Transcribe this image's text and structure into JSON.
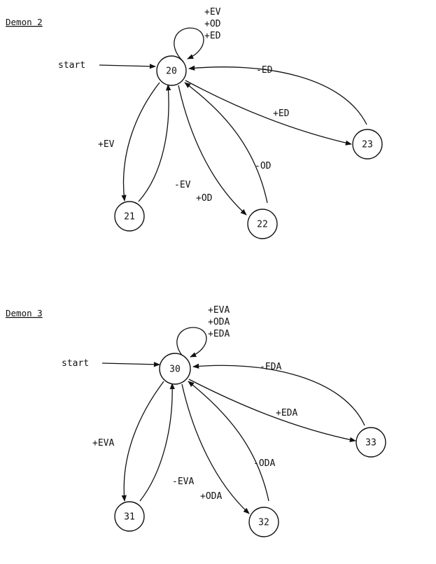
{
  "demon2": {
    "title": "Demon 2",
    "start_label": "start",
    "nodes": {
      "n20": "20",
      "n21": "21",
      "n22": "22",
      "n23": "23"
    },
    "self_loop_labels": [
      "+EV",
      "+OD",
      "+ED"
    ],
    "edges": {
      "e20_23": "+ED",
      "e23_20": "-ED",
      "e20_21": "+EV",
      "e21_20": "-EV",
      "e20_22": "+OD",
      "e22_20": "-OD"
    }
  },
  "demon3": {
    "title": "Demon 3",
    "start_label": "start",
    "nodes": {
      "n30": "30",
      "n31": "31",
      "n32": "32",
      "n33": "33"
    },
    "self_loop_labels": [
      "+EVA",
      "+ODA",
      "+EDA"
    ],
    "edges": {
      "e30_33": "+EDA",
      "e33_30": "-EDA",
      "e30_31": "+EVA",
      "e31_30": "-EVA",
      "e30_32": "+ODA",
      "e32_30": "-ODA"
    }
  }
}
